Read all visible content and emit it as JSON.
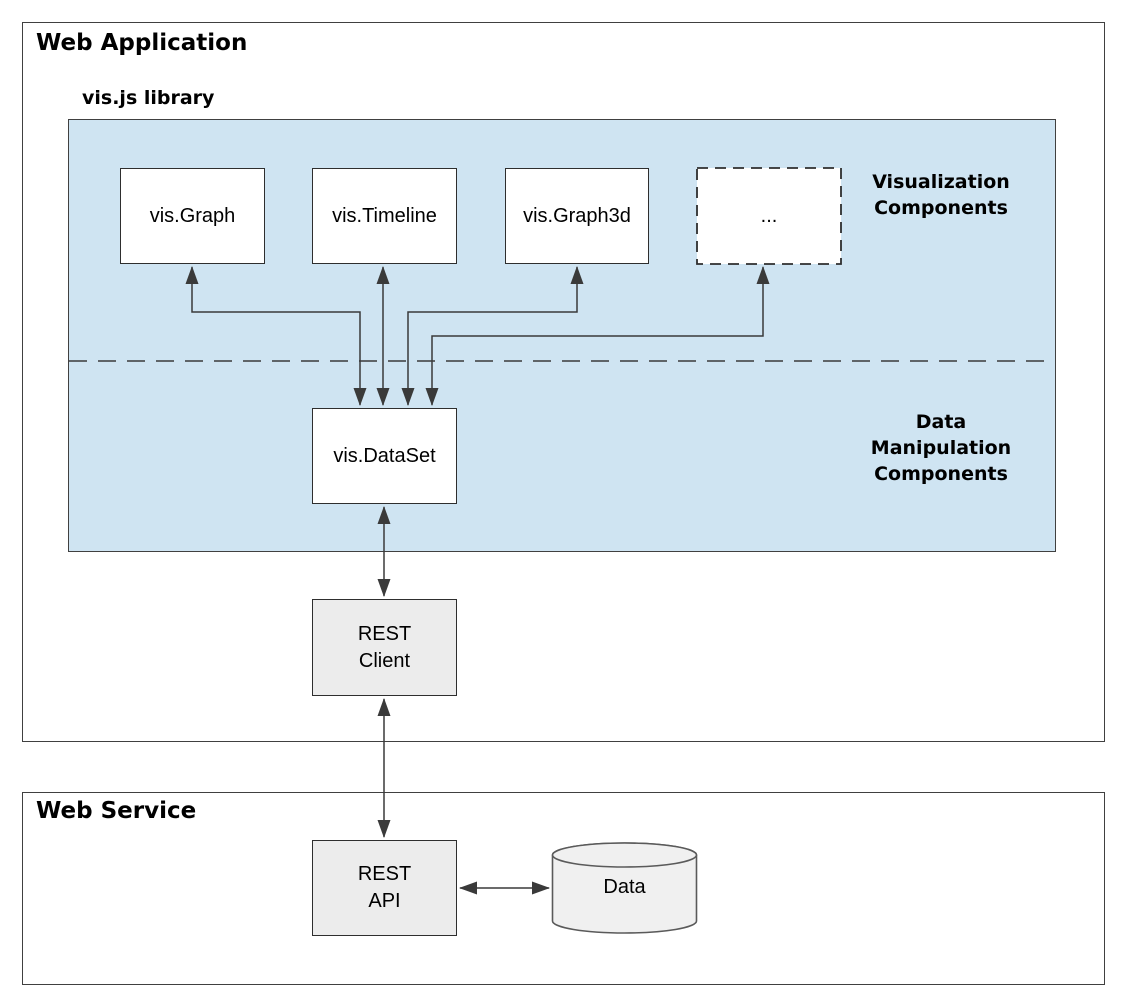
{
  "containers": {
    "web_application_title": "Web Application",
    "web_service_title": "Web Service",
    "visjs_library_label": "vis.js library"
  },
  "region_labels": {
    "visualization": {
      "line1": "Visualization",
      "line2": "Components"
    },
    "data_manipulation": {
      "line1": "Data",
      "line2": "Manipulation",
      "line3": "Components"
    }
  },
  "nodes": {
    "vis_graph": "vis.Graph",
    "vis_timeline": "vis.Timeline",
    "vis_graph3d": "vis.Graph3d",
    "more_components": "...",
    "vis_dataset": "vis.DataSet",
    "rest_client": {
      "line1": "REST",
      "line2": "Client"
    },
    "rest_api": {
      "line1": "REST",
      "line2": "API"
    },
    "data_store": "Data"
  },
  "colors": {
    "library_panel_fill": "#cfe4f2",
    "service_node_fill": "#ececec",
    "cylinder_fill": "#f0f0f0",
    "connector": "#3a3a3a",
    "border": "#404040",
    "text": "#000000"
  }
}
